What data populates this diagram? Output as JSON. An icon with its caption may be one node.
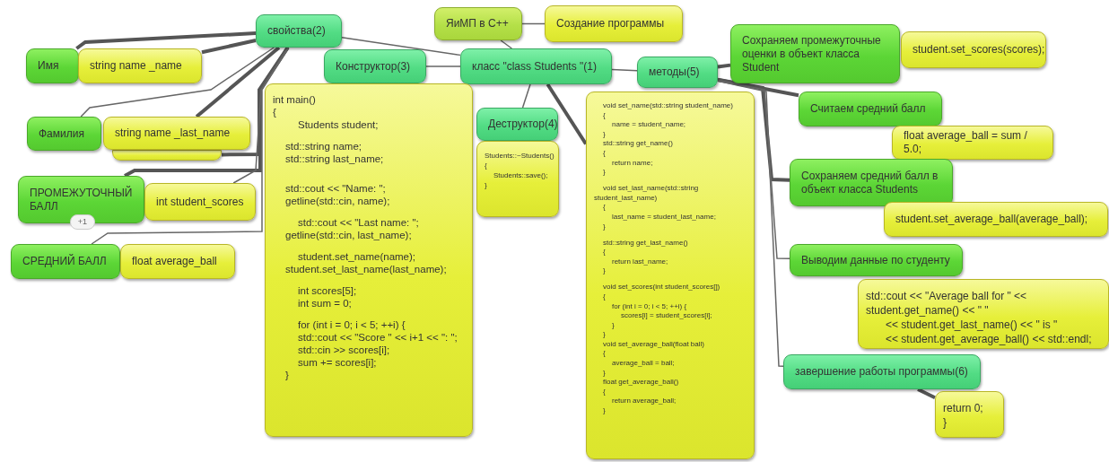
{
  "diagram": {
    "nodes": [
      {
        "text": [
          "ЯиМП в С++"
        ]
      },
      {
        "text": [
          "Создание программы"
        ]
      },
      {
        "text": [
          "класс \"class Students \"(1)"
        ]
      },
      {
        "text": [
          "свойства(2)"
        ]
      },
      {
        "text": [
          "Конструктор(3)"
        ]
      },
      {
        "text": [
          "методы(5)"
        ]
      },
      {
        "text": [
          "Имя"
        ]
      },
      {
        "text": [
          "string name _name"
        ]
      },
      {
        "text": [
          "Фамилия"
        ]
      },
      {
        "text": [
          "string name _last_name"
        ]
      },
      {
        "text": [],
        "shape": "box"
      },
      {
        "text": [
          "ПРОМЕЖУТОЧНЫЙ БАЛЛ"
        ]
      },
      {
        "text": [
          "int student_scores"
        ]
      },
      {
        "text": [
          "СРЕДНИЙ БАЛЛ"
        ]
      },
      {
        "text": [
          "float average_ball"
        ]
      },
      {
        "text": [
          "int main()",
          "{",
          "Students student;",
          "std::string name;",
          "std::string last_name;",
          "std::cout << \"Name: \";",
          "getline(std::cin, name);",
          "std::cout << \"Last name: \";",
          "getline(std::cin, last_name);",
          "student.set_name(name);",
          "student.set_last_name(last_name);",
          "int scores[5];",
          "int sum = 0;",
          "for (int i = 0; i < 5; ++i) {",
          "std::cout << \"Score \" << i+1 << \": \";",
          "std::cin >> scores[i];",
          "sum += scores[i];",
          "}"
        ]
      },
      {
        "text": [
          "Деструктор(4)"
        ]
      },
      {
        "text": [
          "Students::~Students()",
          "{",
          "Students::save();",
          "}"
        ]
      },
      {
        "text": [
          "void set_name(std::string student_name)",
          "{",
          "name = student_name;",
          "}",
          "std::string get_name()",
          "{",
          "return name;",
          "}",
          "void set_last_name(std::string student_last_name)",
          "{",
          "last_name = student_last_name;",
          "}",
          "std::string get_last_name()",
          "{",
          "return last_name;",
          "}",
          "void set_scores(int student_scores[])",
          "{",
          "for (int i = 0; i < 5; ++i) {",
          "scores[i] = student_scores[i];",
          "}",
          "}",
          "void set_average_ball(float ball)",
          "{",
          "average_ball = ball;",
          "}",
          "float get_average_ball()",
          "{",
          "return average_ball;",
          "}"
        ]
      },
      {
        "text": [
          "Сохраняем промежуточные оценки в объект класса Student"
        ]
      },
      {
        "text": [
          "student.set_scores(scores);"
        ]
      },
      {
        "text": [
          "Считаем средний балл"
        ]
      },
      {
        "text": [
          "float average_ball = sum / 5.0;"
        ]
      },
      {
        "text": [
          "Сохраняем средний балл в объект класса Students"
        ]
      },
      {
        "text": [
          "student.set_average_ball(average_ball);"
        ]
      },
      {
        "text": [
          "Выводим данные по студенту"
        ]
      },
      {
        "text": [
          "std::cout << \"Average ball for \" <<",
          "student.get_name() << \" \"",
          "<< student.get_last_name() << \" is \"",
          "<< student.get_average_ball() << std::endl;"
        ]
      },
      {
        "text": [
          "завершение работы программы(6)"
        ]
      },
      {
        "text": [
          "return 0;",
          "}"
        ]
      }
    ],
    "edges": [
      {
        "from": 0,
        "to": 1,
        "arrow": "none"
      },
      {
        "from": 0,
        "to": 2,
        "arrow": "none"
      },
      {
        "from": 2,
        "to": 3,
        "arrow": "none"
      },
      {
        "from": 2,
        "to": 4,
        "arrow": "none"
      },
      {
        "from": 2,
        "to": 5,
        "arrow": "none"
      },
      {
        "from": 2,
        "to": 16,
        "arrow": "none"
      },
      {
        "from": 2,
        "to": 18,
        "arrow": "none",
        "style": "thick"
      },
      {
        "from": 3,
        "to": 6,
        "arrow": "none",
        "style": "thick"
      },
      {
        "from": 3,
        "to": 7,
        "arrow": "none",
        "style": "thick"
      },
      {
        "from": 3,
        "to": 8,
        "arrow": "none"
      },
      {
        "from": 3,
        "to": 9,
        "arrow": "none",
        "style": "thick"
      },
      {
        "from": 3,
        "to": 10,
        "arrow": "none",
        "style": "thick"
      },
      {
        "from": 3,
        "to": 11,
        "arrow": "none",
        "style": "thick"
      },
      {
        "from": 3,
        "to": 12,
        "arrow": "none"
      },
      {
        "from": 3,
        "to": 13,
        "arrow": "none"
      },
      {
        "from": 5,
        "to": 19,
        "arrow": "none",
        "style": "thick"
      },
      {
        "from": 5,
        "to": 21,
        "arrow": "none",
        "style": "thick"
      },
      {
        "from": 5,
        "to": 23,
        "arrow": "none",
        "style": "thick"
      },
      {
        "from": 5,
        "to": 25,
        "arrow": "none"
      },
      {
        "from": 5,
        "to": 27,
        "arrow": "none"
      },
      {
        "from": 27,
        "to": 28,
        "arrow": "none",
        "style": "thick"
      }
    ],
    "labels": [
      "+1"
    ]
  }
}
